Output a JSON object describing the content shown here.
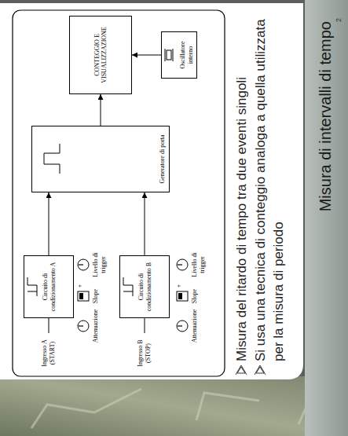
{
  "diagram": {
    "title": "Misura di intervalli di tempo",
    "nodes": [
      {
        "text": [
          "Circuito di condizionamento A"
        ]
      },
      {
        "text": [
          "Circuito di condizionamento B"
        ]
      },
      {
        "text": [
          "Generatore di porta"
        ]
      },
      {
        "text": [
          "CONTEGGIO E VISUALIZZAZIONE"
        ]
      },
      {
        "text": [
          "Oscillatore interno"
        ]
      }
    ],
    "edges": [
      {
        "from": 0,
        "to": 2,
        "arrow": "to"
      },
      {
        "from": 1,
        "to": 2,
        "arrow": "to"
      },
      {
        "from": 2,
        "to": 3,
        "arrow": "to"
      },
      {
        "from": 4,
        "to": 3,
        "arrow": "to"
      }
    ],
    "labels": [
      "2",
      "Misura del ritardo di tempo tra due eventi singoli",
      "Si usa una tecnica di conteggio analoga a quella utilizzata per la misura di periodo",
      "Ingresso A (START)",
      "Attenuazione",
      "+",
      "Slope",
      "Livello di trigger",
      "Ingresso B (STOP)",
      "Attenuazione",
      "+",
      "Slope",
      "Livello di trigger"
    ]
  }
}
